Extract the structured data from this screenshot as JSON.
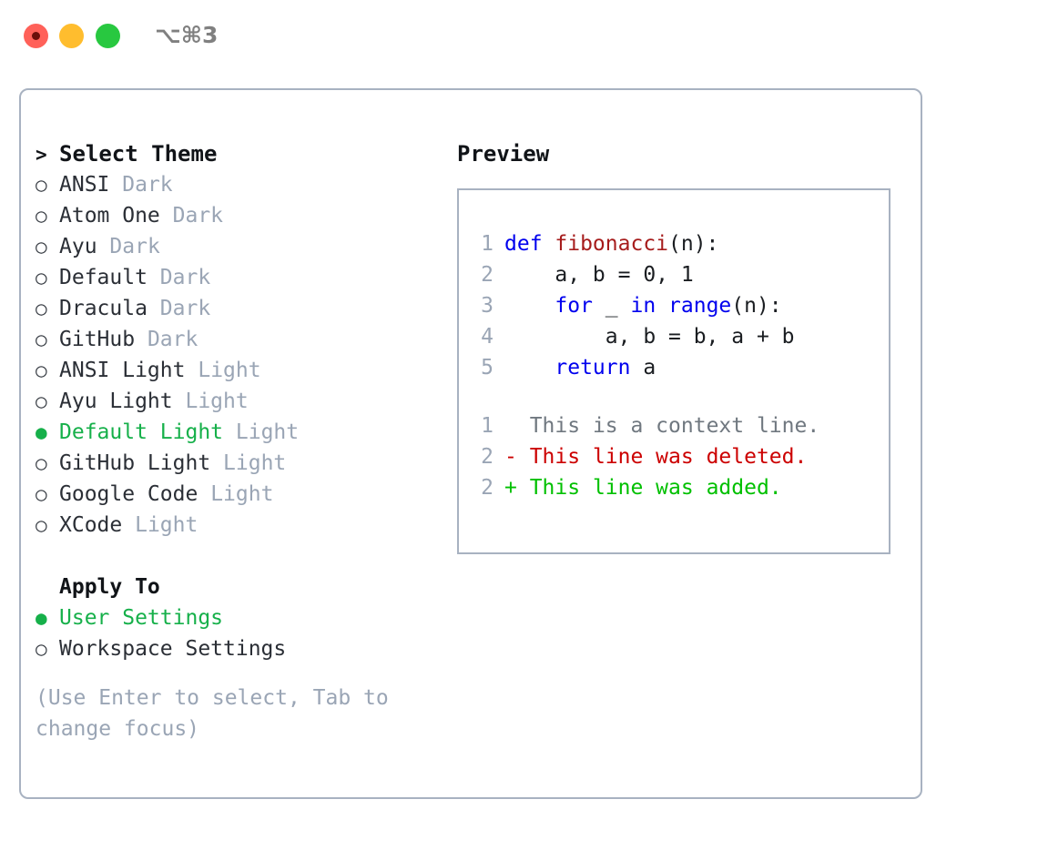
{
  "window": {
    "title": "⌥⌘3",
    "controls": {
      "close": "close",
      "minimize": "minimize",
      "maximize": "maximize"
    }
  },
  "colors": {
    "accent_green": "#16b04a",
    "muted": "#9aa5b5",
    "text": "#2b2f36",
    "border": "#a8b2c1",
    "keyword_blue": "#0000ee",
    "function_red": "#a61c1c",
    "diff_deleted": "#cc0000",
    "diff_added": "#00c000",
    "traffic_red": "#ff6159",
    "traffic_yellow": "#ffbd2e",
    "traffic_green": "#28c840"
  },
  "theme_list": {
    "header": {
      "prompt": ">",
      "title": "Select Theme"
    },
    "marker_selected": "●",
    "marker_unselected": "○",
    "items": [
      {
        "label": "ANSI",
        "variant": "Dark",
        "selected": false
      },
      {
        "label": "Atom One",
        "variant": "Dark",
        "selected": false
      },
      {
        "label": "Ayu",
        "variant": "Dark",
        "selected": false
      },
      {
        "label": "Default",
        "variant": "Dark",
        "selected": false
      },
      {
        "label": "Dracula",
        "variant": "Dark",
        "selected": false
      },
      {
        "label": "GitHub",
        "variant": "Dark",
        "selected": false
      },
      {
        "label": "ANSI Light",
        "variant": "Light",
        "selected": false
      },
      {
        "label": "Ayu Light",
        "variant": "Light",
        "selected": false
      },
      {
        "label": "Default Light",
        "variant": "Light",
        "selected": true
      },
      {
        "label": "GitHub Light",
        "variant": "Light",
        "selected": false
      },
      {
        "label": "Google Code",
        "variant": "Light",
        "selected": false
      },
      {
        "label": "XCode",
        "variant": "Light",
        "selected": false
      }
    ]
  },
  "apply_to": {
    "header": "Apply To",
    "options": [
      {
        "label": "User Settings",
        "selected": true
      },
      {
        "label": "Workspace Settings",
        "selected": false
      }
    ]
  },
  "help": {
    "line1": "(Use Enter to select, Tab to",
    "line2": "change focus)"
  },
  "preview": {
    "title": "Preview",
    "code_lines": [
      {
        "number": "1",
        "tokens": [
          {
            "text": "def ",
            "type": "kw"
          },
          {
            "text": "fibonacci",
            "type": "fn"
          },
          {
            "text": "(n):",
            "type": "plain"
          }
        ]
      },
      {
        "number": "2",
        "tokens": [
          {
            "text": "    a, b = 0, 1",
            "type": "plain"
          }
        ]
      },
      {
        "number": "3",
        "tokens": [
          {
            "text": "    ",
            "type": "plain"
          },
          {
            "text": "for",
            "type": "kw"
          },
          {
            "text": " _ ",
            "type": "plain"
          },
          {
            "text": "in range",
            "type": "kw"
          },
          {
            "text": "(n):",
            "type": "plain"
          }
        ]
      },
      {
        "number": "4",
        "tokens": [
          {
            "text": "        a, b = b, a + b",
            "type": "plain"
          }
        ]
      },
      {
        "number": "5",
        "tokens": [
          {
            "text": "    ",
            "type": "plain"
          },
          {
            "text": "return",
            "type": "kw"
          },
          {
            "text": " a",
            "type": "plain"
          }
        ]
      }
    ],
    "diff_lines": [
      {
        "number": "1",
        "sign": " ",
        "text": " This is a context line.",
        "kind": "context"
      },
      {
        "number": "2",
        "sign": "-",
        "text": " This line was deleted.",
        "kind": "deleted"
      },
      {
        "number": "2",
        "sign": "+",
        "text": " This line was added.",
        "kind": "added"
      }
    ]
  }
}
